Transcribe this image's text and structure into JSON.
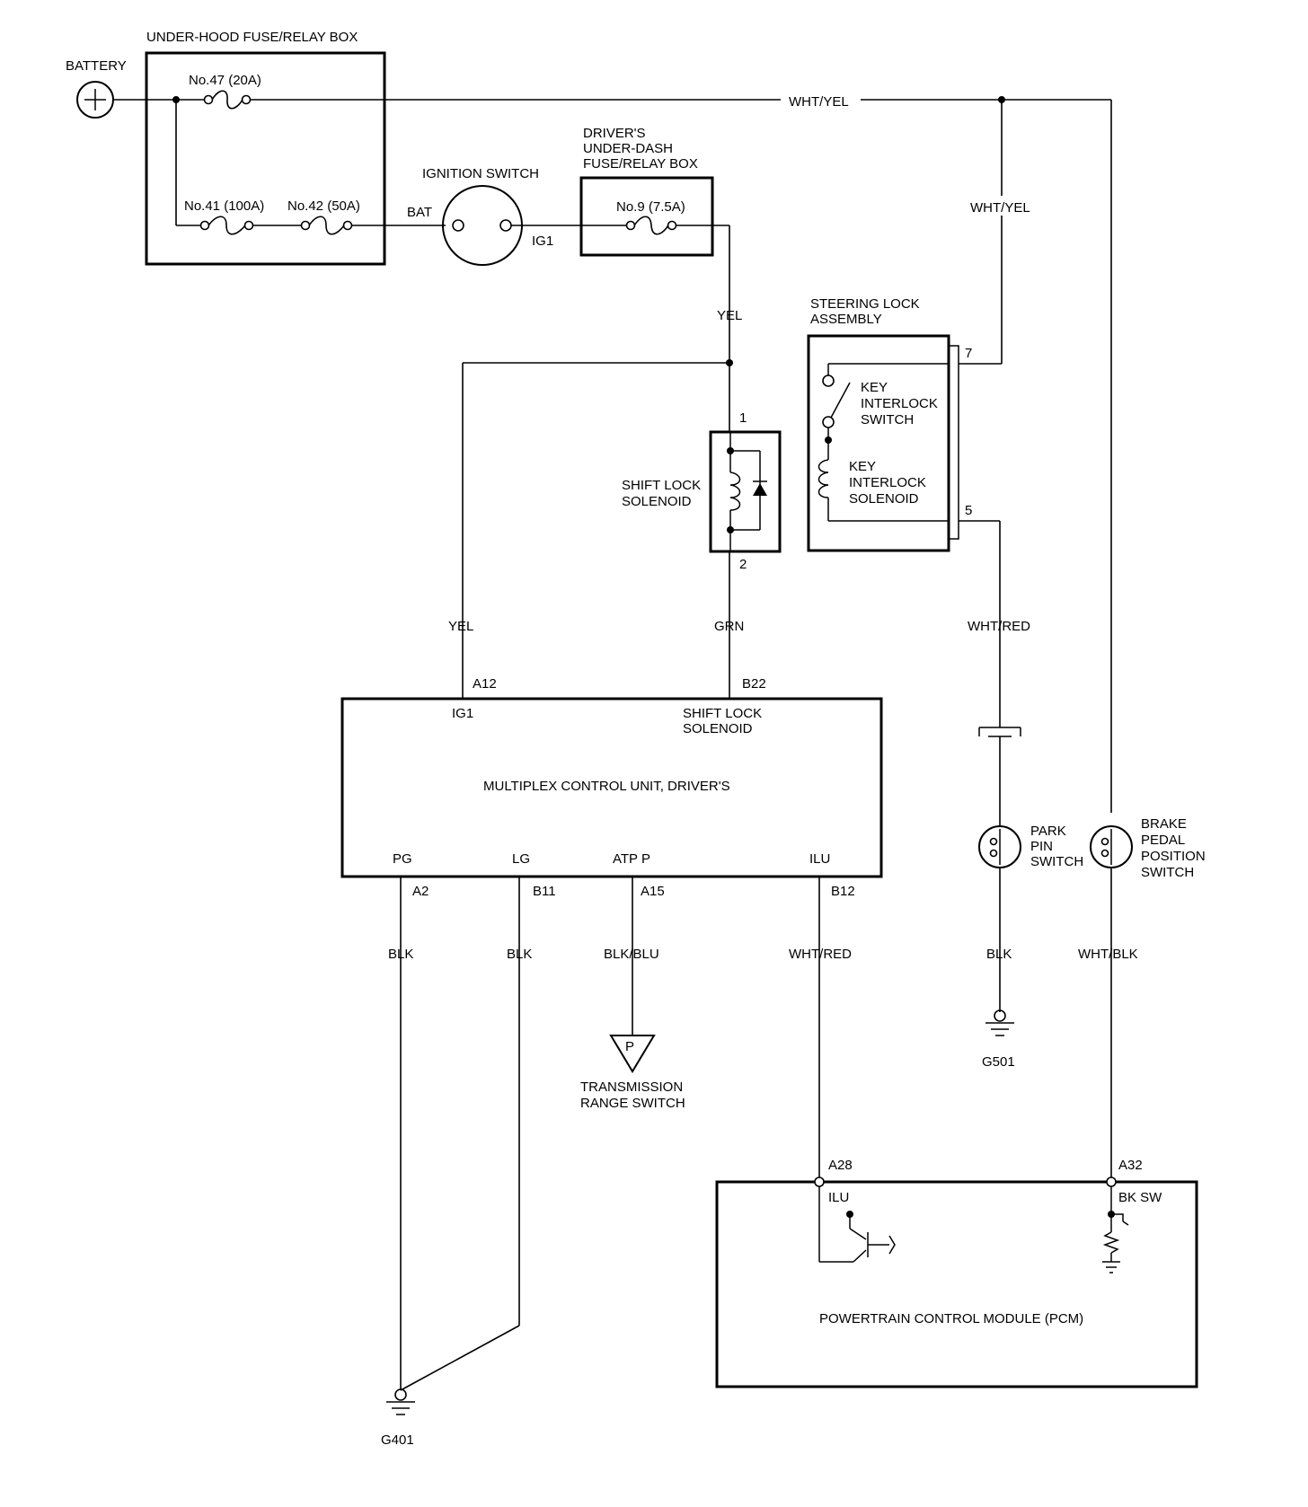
{
  "components": {
    "underhood_box": "UNDER-HOOD FUSE/RELAY BOX",
    "battery": "BATTERY",
    "fuse47": "No.47 (20A)",
    "fuse41": "No.41 (100A)",
    "fuse42": "No.42 (50A)",
    "ignition_switch": "IGNITION SWITCH",
    "ign_bat": "BAT",
    "ign_ig1": "IG1",
    "dash_box_1": "DRIVER'S",
    "dash_box_2": "UNDER-DASH",
    "dash_box_3": "FUSE/RELAY BOX",
    "fuse9": "No.9 (7.5A)",
    "steering_lock_1": "STEERING LOCK",
    "steering_lock_2": "ASSEMBLY",
    "key_switch_1": "KEY",
    "key_switch_2": "INTERLOCK",
    "key_switch_3": "SWITCH",
    "key_sol_1": "KEY",
    "key_sol_2": "INTERLOCK",
    "key_sol_3": "SOLENOID",
    "pin7": "7",
    "pin5": "5",
    "shift_lock_1": "SHIFT LOCK",
    "shift_lock_2": "SOLENOID",
    "pin1": "1",
    "pin2": "2",
    "mcu_title": "MULTIPLEX CONTROL UNIT, DRIVER'S",
    "mcu_ig1": "IG1",
    "mcu_sls_1": "SHIFT LOCK",
    "mcu_sls_2": "SOLENOID",
    "mcu_pg": "PG",
    "mcu_lg": "LG",
    "mcu_atp": "ATP P",
    "mcu_ilu": "ILU",
    "park_pin_1": "PARK",
    "park_pin_2": "PIN",
    "park_pin_3": "SWITCH",
    "brake_1": "BRAKE",
    "brake_2": "PEDAL",
    "brake_3": "POSITION",
    "brake_4": "SWITCH",
    "trs_1": "TRANSMISSION",
    "trs_2": "RANGE SWITCH",
    "trs_p": "P",
    "pcm_title": "POWERTRAIN CONTROL MODULE (PCM)",
    "pcm_ilu": "ILU",
    "pcm_bksw": "BK SW",
    "g501": "G501",
    "g401": "G401"
  },
  "connectors": {
    "a12": "A12",
    "b22": "B22",
    "a2": "A2",
    "b11": "B11",
    "a15": "A15",
    "b12": "B12",
    "a28": "A28",
    "a32": "A32"
  },
  "wires": {
    "wht_yel_top": "WHT/YEL",
    "wht_yel_v": "WHT/YEL",
    "yel_top": "YEL",
    "yel_left": "YEL",
    "grn": "GRN",
    "wht_red_right": "WHT/RED",
    "blk_a2": "BLK",
    "blk_b11": "BLK",
    "blk_blu": "BLK/BLU",
    "wht_red_b12": "WHT/RED",
    "blk_park": "BLK",
    "wht_blk": "WHT/BLK"
  }
}
